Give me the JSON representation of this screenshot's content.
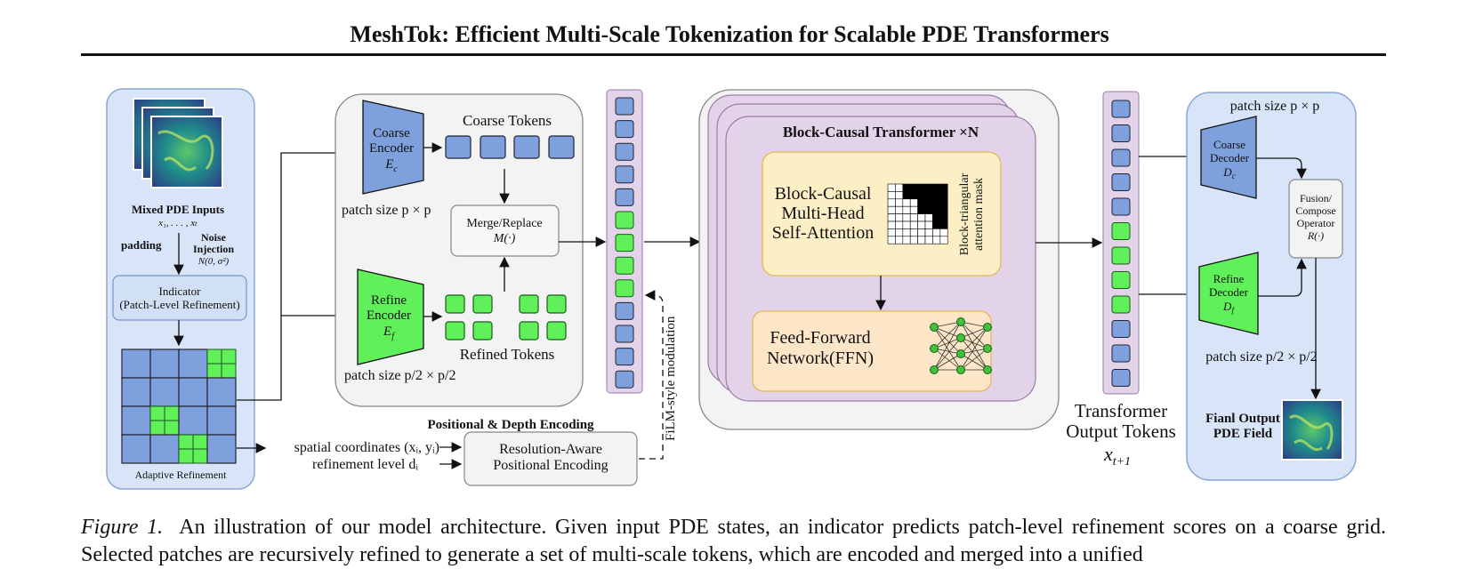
{
  "title": "MeshTok: Efficient Multi-Scale Tokenization for Scalable PDE Transformers",
  "input_panel": {
    "mixed_label": "Mixed PDE Inputs",
    "sequence": "x₁, . . . , xₜ",
    "padding": "padding",
    "noise_line1": "Noise",
    "noise_line2": "Injection",
    "noise_dist": "N(0, σ²)",
    "indicator_line1": "Indicator",
    "indicator_line2": "(Patch-Level Refinement)",
    "adaptive": "Adaptive Refinement"
  },
  "encoder_panel": {
    "coarse_enc_line1": "Coarse",
    "coarse_enc_line2": "Encoder",
    "coarse_enc_sym": "E",
    "coarse_enc_sub": "c",
    "coarse_tokens": "Coarse Tokens",
    "patch_size_coarse": "patch size p × p",
    "merge_line1": "Merge/Replace",
    "merge_line2": "M(·)",
    "refine_enc_line1": "Refine",
    "refine_enc_line2": "Encoder",
    "refine_enc_sym": "E",
    "refine_enc_sub": "f",
    "refined_tokens": "Refined Tokens",
    "patch_size_refined": "patch size p/2 × p/2"
  },
  "positional": {
    "heading": "Positional & Depth Encoding",
    "coords": "spatial coordinates (xᵢ, yᵢ)",
    "level": "refinement level dᵢ",
    "box_line1": "Resolution-Aware",
    "box_line2": "Positional Encoding",
    "film": "FiLM-style modulation"
  },
  "transformer": {
    "heading": "Block-Causal Transformer ×N",
    "attn_line1": "Block-Causal",
    "attn_line2": "Multi-Head",
    "attn_line3": "Self-Attention",
    "mask_line1": "Block-triangular",
    "mask_line2": "attention mask",
    "ffn_line1": "Feed-Forward",
    "ffn_line2": "Network(FFN)"
  },
  "output_tokens": {
    "line1": "Transformer",
    "line2": "Output Tokens",
    "sym": "x",
    "sub": "t+1"
  },
  "decoder_panel": {
    "patch_size_top": "patch size p × p",
    "coarse_dec_line1": "Coarse",
    "coarse_dec_line2": "Decoder",
    "coarse_dec_sym": "D",
    "coarse_dec_sub": "c",
    "fusion_line1": "Fusion/",
    "fusion_line2": "Compose",
    "fusion_line3": "Operator",
    "fusion_line4": "R(·)",
    "refine_dec_line1": "Refine",
    "refine_dec_line2": "Decoder",
    "refine_dec_sym": "D",
    "refine_dec_sub": "f",
    "patch_size_bottom": "patch size p/2 × p/2",
    "final_line1": "Fianl Output",
    "final_line2": "PDE Field"
  },
  "caption": {
    "label": "Figure 1.",
    "text": "An illustration of our model architecture. Given input PDE states, an indicator predicts patch-level refinement scores on a coarse grid. Selected patches are recursively refined to generate a set of multi-scale tokens, which are encoded and merged into a unified"
  },
  "colors": {
    "coarse_blue": "#7ea1dd",
    "refined_green": "#5ff05a",
    "panel_blue": "#d8e5f8",
    "panel_gray": "#f3f3f3",
    "transformer_purple": "#e3d3e9",
    "attention_yellow": "#fdefc5",
    "ffn_orange": "#fde6c8"
  }
}
